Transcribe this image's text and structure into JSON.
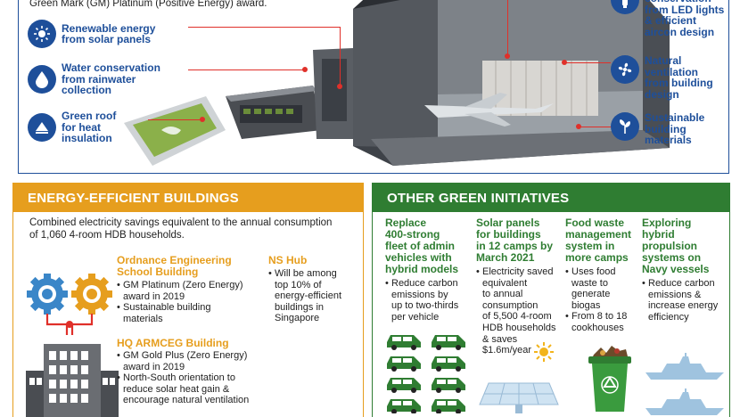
{
  "top": {
    "intro": "Green Mark (GM) Platinum (Positive Energy) award.",
    "features": [
      {
        "icon": "sun-icon",
        "label": "Renewable energy\nfrom solar panels"
      },
      {
        "icon": "water-drop-icon",
        "label": "Water conservation\nfrom rainwater\ncollection"
      },
      {
        "icon": "green-roof-icon",
        "label": "Green roof\nfor heat\ninsulation"
      },
      {
        "icon": "led-light-icon",
        "label": "conservation\nfrom LED lights\n& efficient\naircon design"
      },
      {
        "icon": "fan-icon",
        "label": "Natural\nventilation\nfrom building\ndesign"
      },
      {
        "icon": "leaf-icon",
        "label": "Sustainable\nbuilding\nmaterials"
      }
    ]
  },
  "energy": {
    "header": "ENERGY-EFFICIENT BUILDINGS",
    "summary": "Combined electricity savings equivalent to the annual consumption of 1,060 4-room HDB households.",
    "buildings": [
      {
        "title": "Ordnance Engineering\nSchool Building",
        "points": [
          "GM Platinum (Zero Energy)\naward in 2019",
          "Sustainable building\nmaterials"
        ]
      },
      {
        "title": "NS Hub",
        "points": [
          "Will be among\ntop 10% of\nenergy-efficient\nbuildings in\nSingapore"
        ]
      },
      {
        "title": "HQ ARMCEG Building",
        "points": [
          "GM Gold Plus (Zero Energy)\naward in 2019",
          "North-South orientation to\nreduce solar heat gain &\nencourage natural ventilation"
        ]
      }
    ]
  },
  "green": {
    "header": "OTHER GREEN INITIATIVES",
    "columns": [
      {
        "title": "Replace\n400-strong\nfleet of admin\nvehicles with\nhybrid models",
        "points": [
          "Reduce carbon\nemissions by\nup to two-thirds\nper vehicle"
        ]
      },
      {
        "title": "Solar panels\nfor buildings\nin 12 camps by\nMarch 2021",
        "points": [
          "Electricity saved\nequivalent\nto annual\nconsumption\nof 5,500 4-room\nHDB households\n& saves\n$1.6m/year"
        ]
      },
      {
        "title": "Food waste\nmanagement\nsystem in\nmore camps",
        "points": [
          "Uses food\nwaste to\ngenerate\nbiogas",
          "From 8 to 18\ncookhouses"
        ]
      },
      {
        "title": "Exploring\nhybrid\npropulsion\nsystems on\nNavy vessels",
        "points": [
          "Reduce carbon\nemissions &\nincrease energy\nefficiency"
        ]
      }
    ]
  },
  "colors": {
    "blue": "#1e4f9a",
    "orange": "#e69e1e",
    "green": "#2f7d32",
    "red": "#e0302a"
  }
}
